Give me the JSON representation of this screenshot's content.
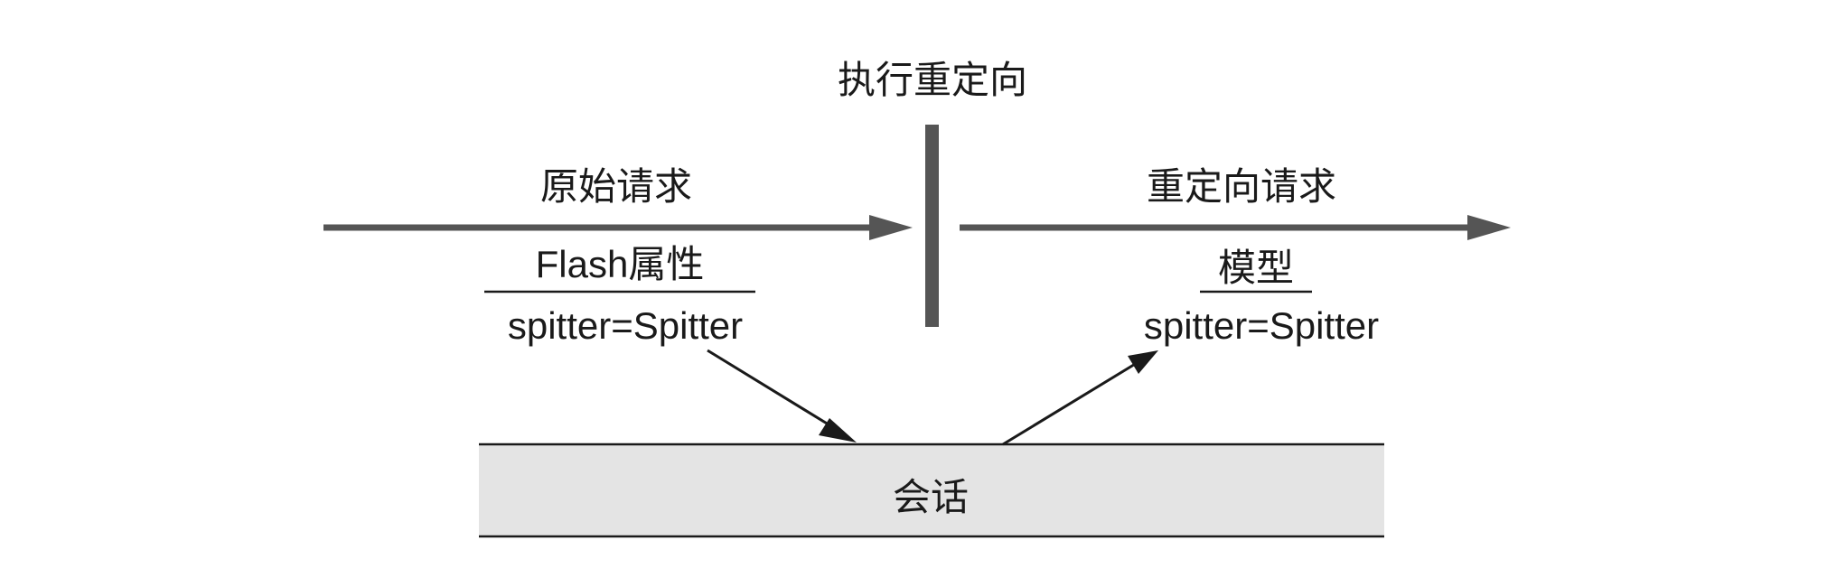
{
  "redirect_label": "执行重定向",
  "original_request": {
    "label": "原始请求",
    "attributes_heading": "Flash属性",
    "attribute_value": "spitter=Spitter"
  },
  "redirected_request": {
    "label": "重定向请求",
    "attributes_heading": "模型",
    "attribute_value": "spitter=Spitter"
  },
  "session_label": "会话",
  "colors": {
    "line": "#555555",
    "barrier": "#555555",
    "session_fill": "#e4e4e4",
    "text": "#1a1a1a"
  }
}
